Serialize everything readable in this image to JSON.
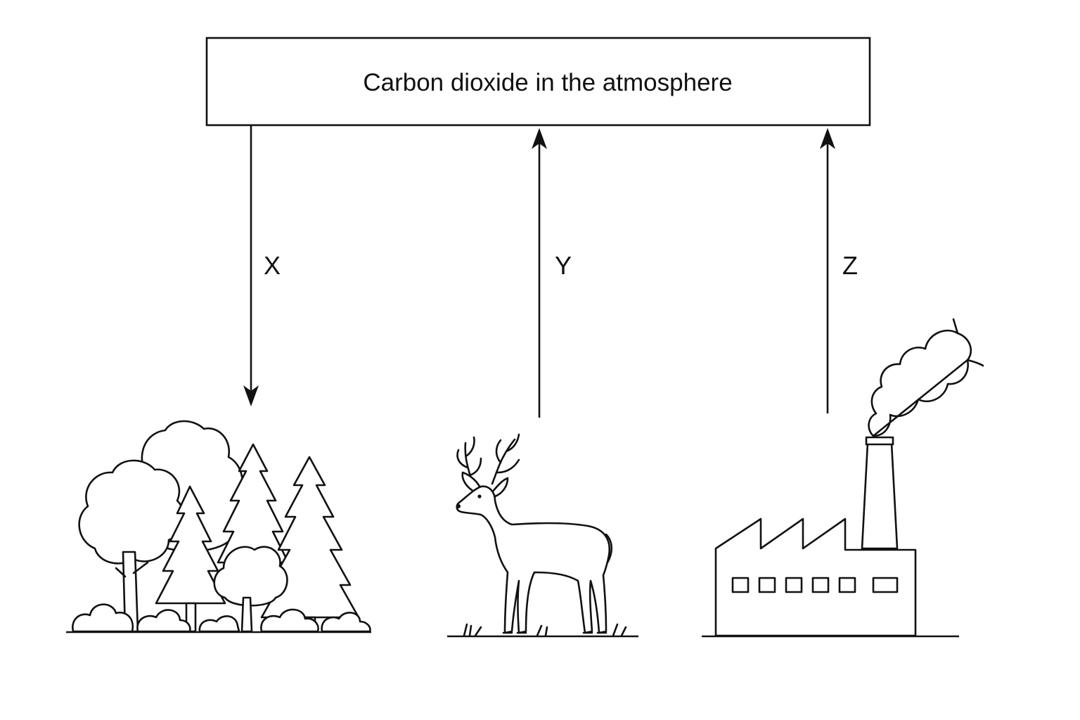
{
  "atmosphere": {
    "label": "Carbon dioxide in the atmosphere"
  },
  "arrows": {
    "x": {
      "label": "X"
    },
    "y": {
      "label": "Y"
    },
    "z": {
      "label": "Z"
    }
  },
  "illustrations": {
    "forest": "forest-trees-icon",
    "deer": "deer-icon",
    "factory": "factory-smoke-icon"
  },
  "colors": {
    "ink": "#111111",
    "background": "#ffffff"
  }
}
